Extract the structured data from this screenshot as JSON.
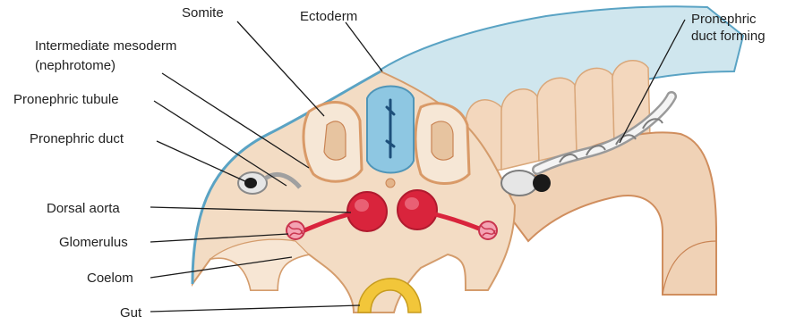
{
  "labels": {
    "somite": "Somite",
    "ectoderm": "Ectoderm",
    "pronephric_duct_forming_line1": "Pronephric",
    "pronephric_duct_forming_line2": "duct forming",
    "intermediate_mesoderm_line1": "Intermediate mesoderm",
    "intermediate_mesoderm_line2": "(nephrotome)",
    "pronephric_tubule": "Pronephric tubule",
    "pronephric_duct": "Pronephric duct",
    "dorsal_aorta": "Dorsal aorta",
    "glomerulus": "Glomerulus",
    "coelom": "Coelom",
    "gut": "Gut"
  },
  "colors": {
    "ectoderm_surface": "#cfe6ee",
    "ectoderm_edge": "#5aa3c4",
    "neural_tube": "#8ec7e2",
    "mesoderm": "#f1d9c2",
    "mesoderm_shade": "#d9a77a",
    "somite_fill": "#f6e7d6",
    "somite_outline": "#d99a68",
    "aorta": "#d9243c",
    "glomerulus": "#e8617a",
    "duct_gray": "#c9c9c9",
    "gut": "#f2c63a"
  }
}
